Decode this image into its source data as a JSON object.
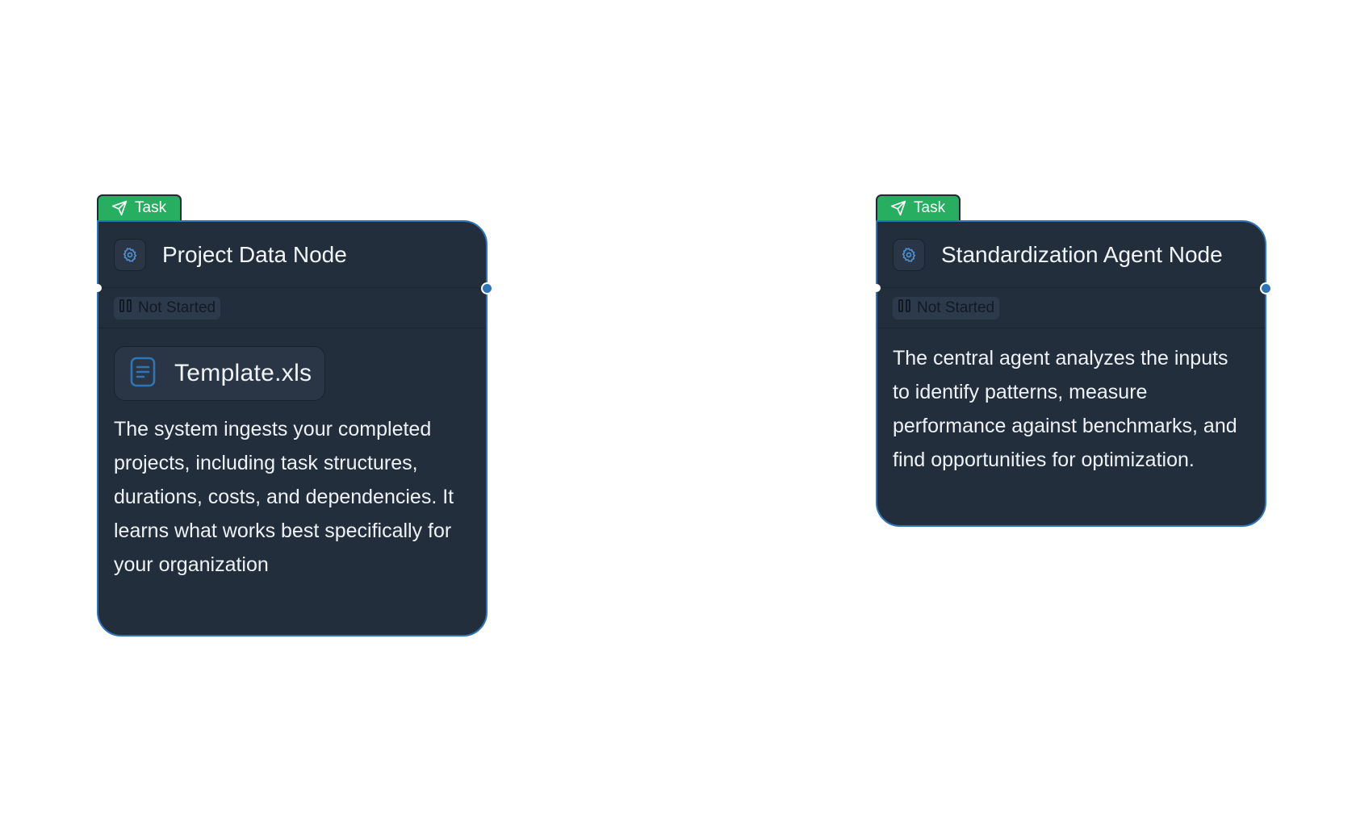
{
  "nodes": [
    {
      "tag": "Task",
      "title": "Project Data Node",
      "status": "Not Started",
      "file": "Template.xls",
      "description": "The system ingests your completed projects, including task structures, durations, costs, and dependencies. It learns what works best specifically for your organization"
    },
    {
      "tag": "Task",
      "title": "Standardization Agent Node",
      "status": "Not Started",
      "description": "The central agent analyzes the inputs to identify patterns, measure performance against benchmarks, and find opportunities for optimization."
    }
  ],
  "colors": {
    "tag_green": "#27ae60",
    "card_bg": "#232e3c",
    "card_border": "#2f74b5",
    "port": "#2f74b5",
    "file_icon": "#2f74b5"
  },
  "icons": {
    "tag": "send-icon",
    "header": "gear-icon",
    "status": "pause-icon",
    "file": "document-icon"
  }
}
